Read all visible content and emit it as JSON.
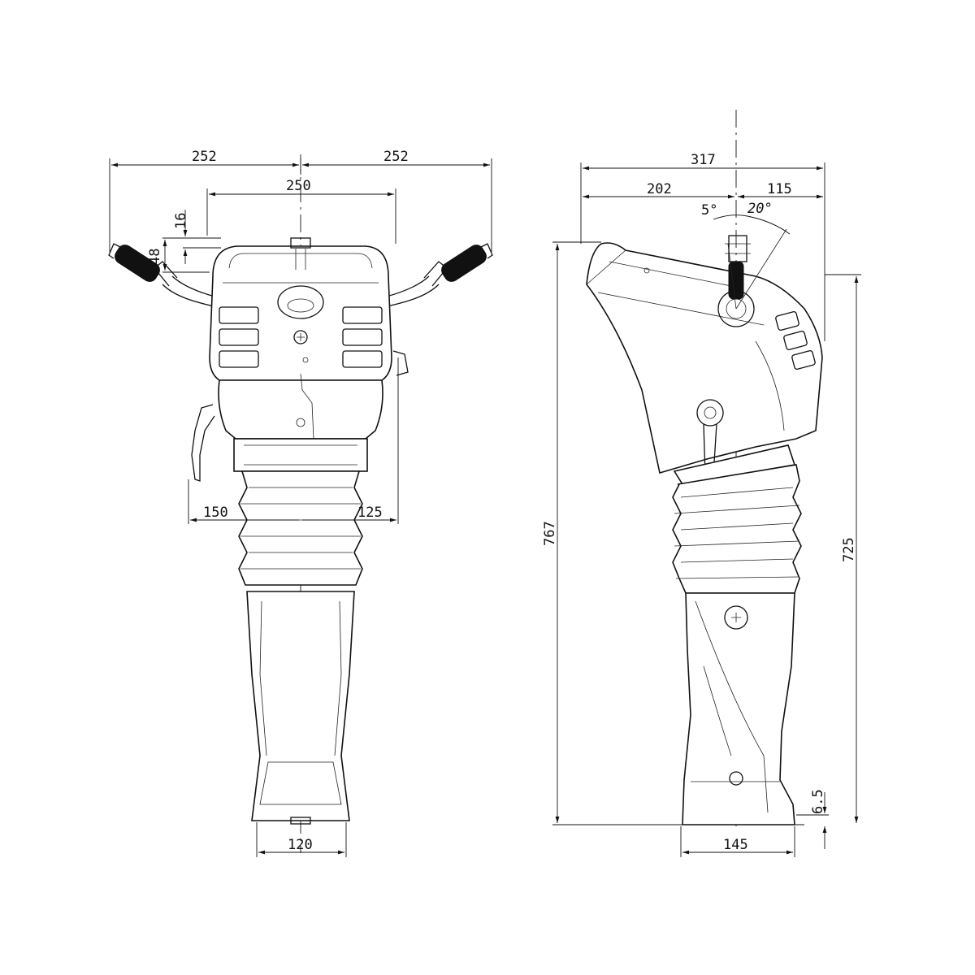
{
  "front_view": {
    "dim_total_left": "252",
    "dim_total_right": "252",
    "dim_handle_width": "250",
    "dim_offset_16": "16",
    "dim_offset_48": "48",
    "dim_left_150": "150",
    "dim_right_125": "125",
    "dim_base_120": "120"
  },
  "side_view": {
    "dim_total_317": "317",
    "dim_front_202": "202",
    "dim_rear_115": "115",
    "angle_5": "5°",
    "angle_20": "20°",
    "dim_height_767": "767",
    "dim_height_725": "725",
    "dim_toe_6_5": "6.5",
    "dim_base_145": "145"
  }
}
